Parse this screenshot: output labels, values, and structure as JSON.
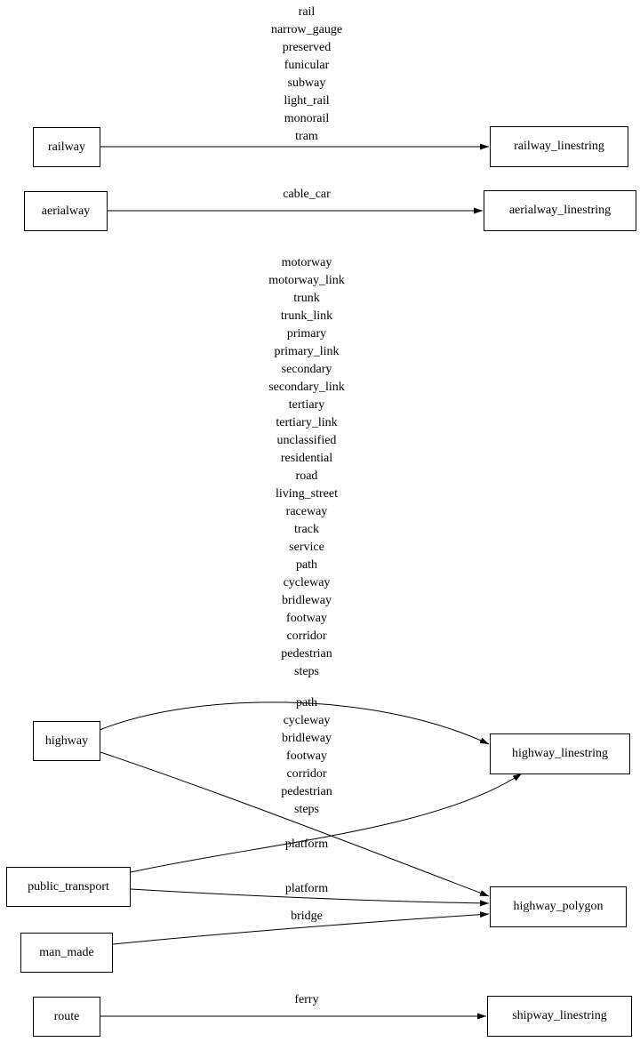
{
  "diagram": {
    "nodes": {
      "railway": {
        "label": "railway"
      },
      "railway_linestring": {
        "label": "railway_linestring"
      },
      "aerialway": {
        "label": "aerialway"
      },
      "aerialway_linestring": {
        "label": "aerialway_linestring"
      },
      "highway": {
        "label": "highway"
      },
      "highway_linestring": {
        "label": "highway_linestring"
      },
      "public_transport": {
        "label": "public_transport"
      },
      "highway_polygon": {
        "label": "highway_polygon"
      },
      "man_made": {
        "label": "man_made"
      },
      "route": {
        "label": "route"
      },
      "shipway_linestring": {
        "label": "shipway_linestring"
      }
    },
    "edges": {
      "railway_to_railway_linestring": {
        "label": [
          "rail",
          "narrow_gauge",
          "preserved",
          "funicular",
          "subway",
          "light_rail",
          "monorail",
          "tram"
        ]
      },
      "aerialway_to_aerialway_linestring": {
        "label": [
          "cable_car"
        ]
      },
      "highway_to_highway_linestring": {
        "label": [
          "motorway",
          "motorway_link",
          "trunk",
          "trunk_link",
          "primary",
          "primary_link",
          "secondary",
          "secondary_link",
          "tertiary",
          "tertiary_link",
          "unclassified",
          "residential",
          "road",
          "living_street",
          "raceway",
          "track",
          "service",
          "path",
          "cycleway",
          "bridleway",
          "footway",
          "corridor",
          "pedestrian",
          "steps"
        ]
      },
      "highway_to_highway_polygon": {
        "label": [
          "path",
          "cycleway",
          "bridleway",
          "footway",
          "corridor",
          "pedestrian",
          "steps"
        ]
      },
      "public_transport_to_highway_linestring": {
        "label": [
          "platform"
        ]
      },
      "public_transport_to_highway_polygon": {
        "label": [
          "platform"
        ]
      },
      "man_made_to_highway_polygon": {
        "label": [
          "bridge"
        ]
      },
      "route_to_shipway_linestring": {
        "label": [
          "ferry"
        ]
      }
    },
    "colors": {
      "line": "#000000",
      "background": "#ffffff",
      "text": "#000000"
    }
  }
}
